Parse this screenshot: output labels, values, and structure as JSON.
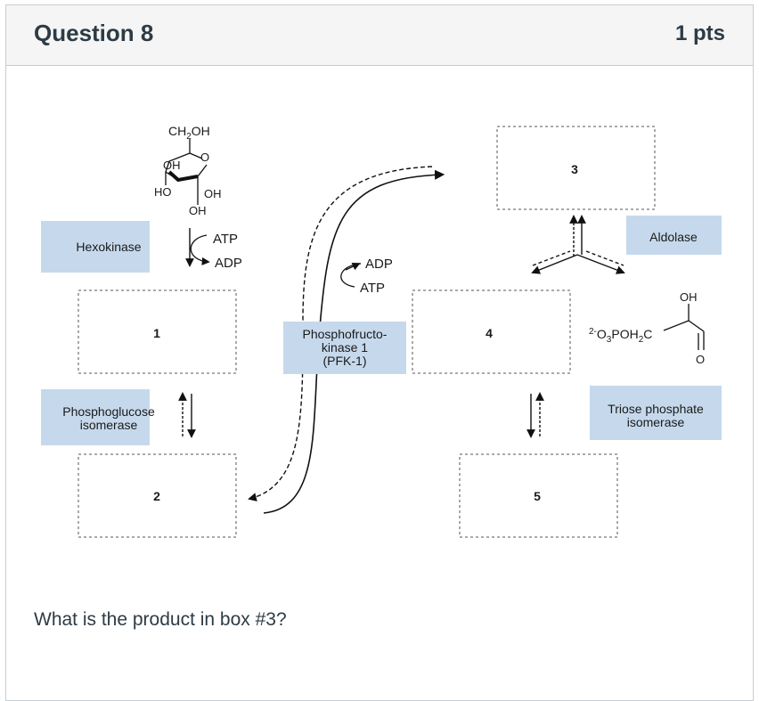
{
  "header": {
    "title": "Question 8",
    "points": "1 pts"
  },
  "question": {
    "prompt": "What is the product in box #3?"
  },
  "diagram": {
    "glucose": {
      "ch2oh_main": "CH",
      "ch2oh_sub": "2",
      "ch2oh_end": "OH",
      "ring_o": "O",
      "oh_top": "OH",
      "ho_left": "HO",
      "oh_right": "OH",
      "oh_bottom": "OH"
    },
    "enzymes": {
      "hexokinase": "Hexokinase",
      "phosphoglucose_1": "Phosphoglucose",
      "phosphoglucose_2": "isomerase",
      "pfk_1": "Phosphofructo-",
      "pfk_2": "kinase 1",
      "pfk_3": "(PFK-1)",
      "aldolase": "Aldolase",
      "triose_1": "Triose phosphate",
      "triose_2": "isomerase"
    },
    "cofactors": {
      "hexo_atp": "ATP",
      "hexo_adp": "ADP",
      "pfk_adp": "ADP",
      "pfk_atp": "ATP"
    },
    "boxes": {
      "b1": "1",
      "b2": "2",
      "b3": "3",
      "b4": "4",
      "b5": "5"
    },
    "molecule": {
      "oh": "OH",
      "charge": "2-",
      "formula_a": "O",
      "formula_a_sub": "3",
      "formula_b": "POH",
      "formula_b_sub": "2",
      "formula_c": "C",
      "o_label": "O"
    }
  }
}
